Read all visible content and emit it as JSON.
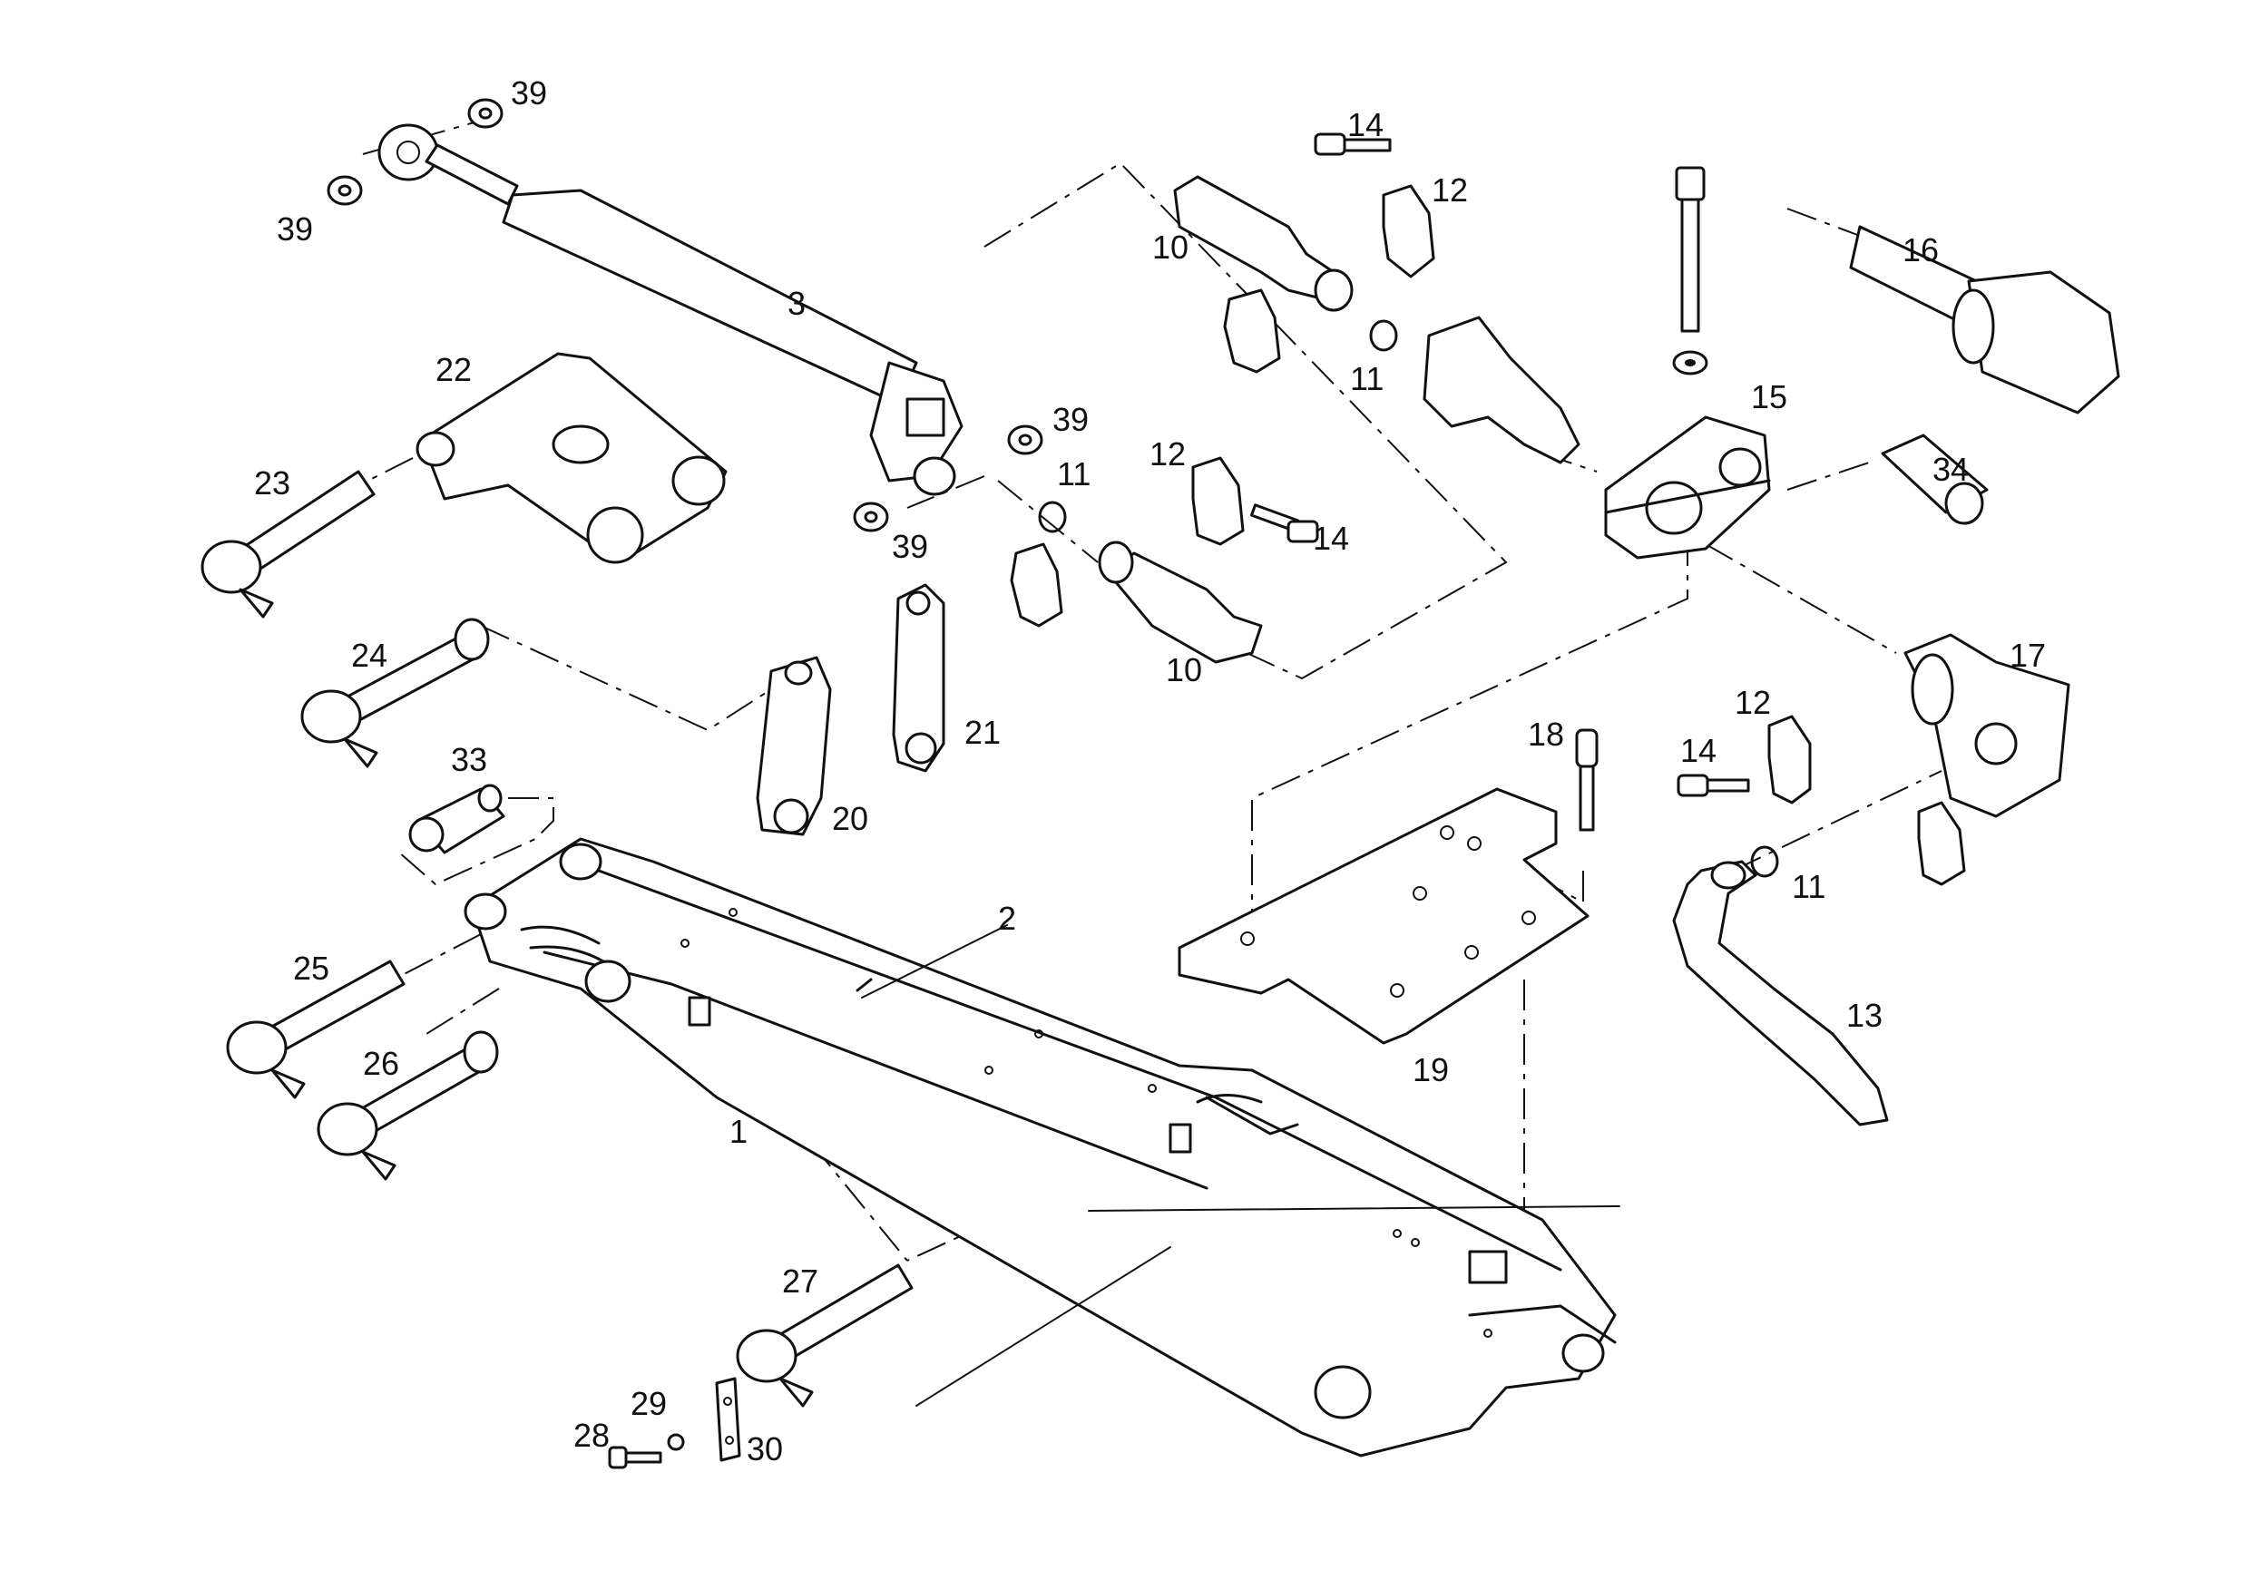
{
  "diagram": {
    "part_labels": {
      "p1": "1",
      "p2": "2",
      "p3": "3",
      "p10a": "10",
      "p10b": "10",
      "p11a": "11",
      "p11b": "11",
      "p11c": "11",
      "p12a": "12",
      "p12b": "12",
      "p12c": "12",
      "p13": "13",
      "p14a": "14",
      "p14b": "14",
      "p14c": "14",
      "p15": "15",
      "p16": "16",
      "p17": "17",
      "p18": "18",
      "p19": "19",
      "p20": "20",
      "p21": "21",
      "p22": "22",
      "p23": "23",
      "p24": "24",
      "p25": "25",
      "p26": "26",
      "p27": "27",
      "p28": "28",
      "p29": "29",
      "p30": "30",
      "p33": "33",
      "p34": "34",
      "p39a": "39",
      "p39b": "39",
      "p39c": "39",
      "p39d": "39"
    }
  }
}
